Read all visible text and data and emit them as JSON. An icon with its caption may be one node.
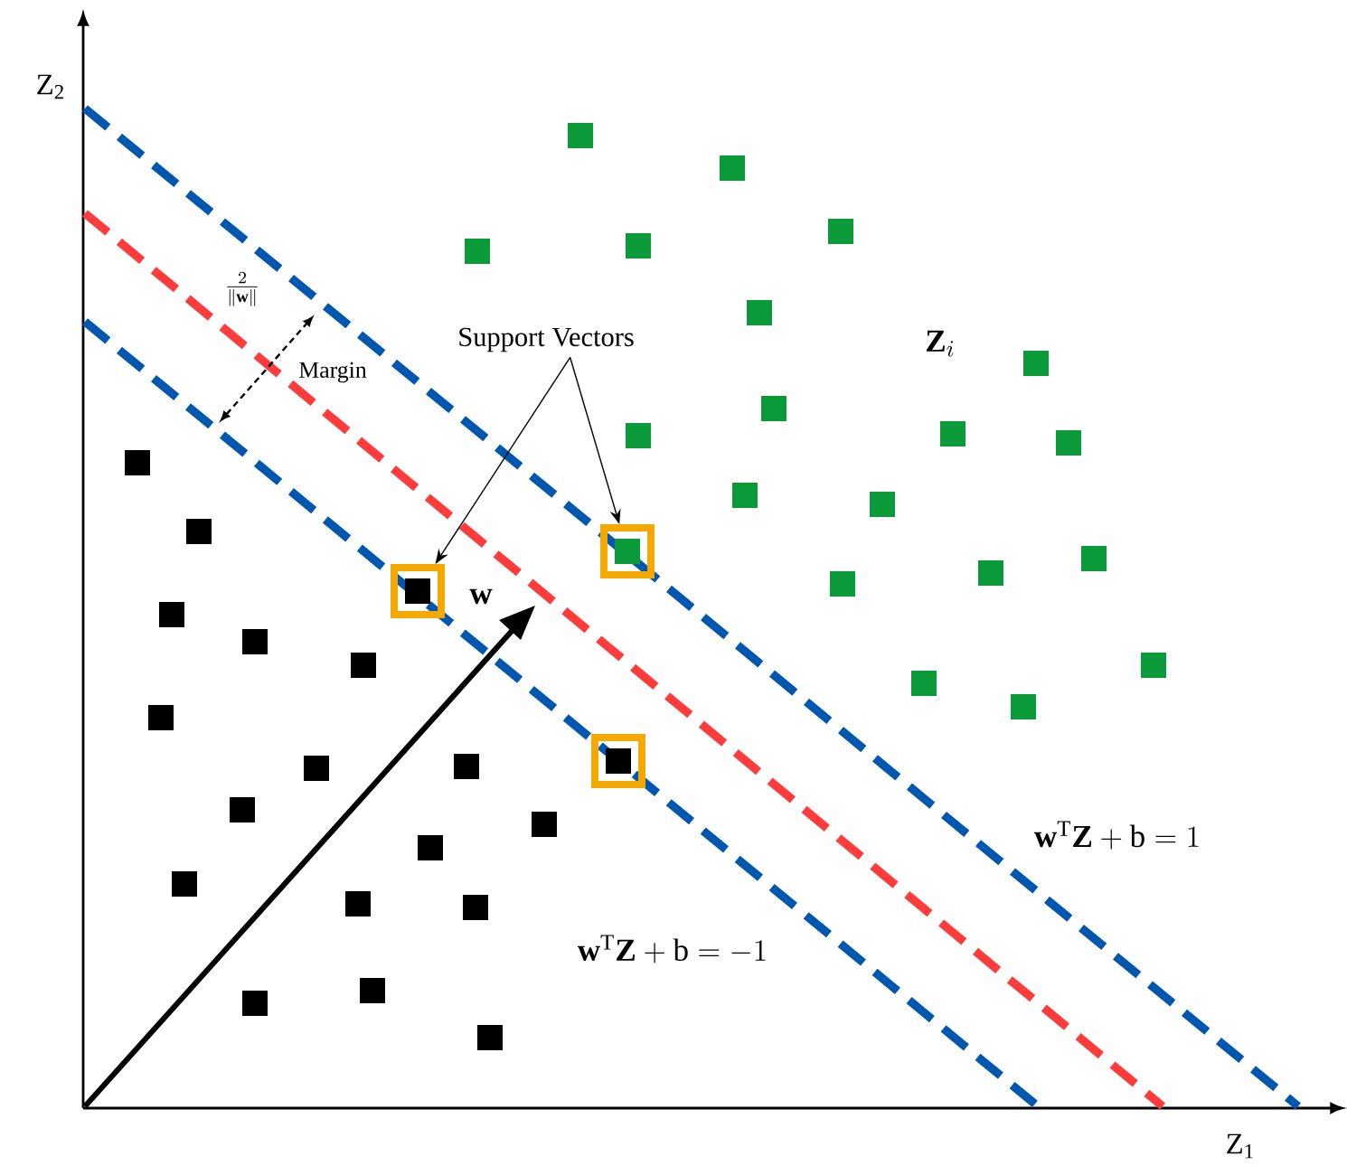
{
  "diagram": {
    "nodes": [
      {
        "text": [
          "Support Vectors"
        ]
      },
      {
        "text": [],
        "shape": "box"
      },
      {
        "text": [],
        "shape": "box"
      },
      {
        "text": [],
        "shape": "box"
      }
    ],
    "edges": [
      {
        "from": 0,
        "to": 1,
        "arrow": "to"
      },
      {
        "from": 0,
        "to": 2,
        "arrow": "to"
      }
    ],
    "labels": [
      "Z$_{2}$",
      "\\frac{2}{\\|\\mathbf{w}\\|}",
      "Margin",
      "\\mathbf{Z}_i",
      "\\mathbf{w}",
      "\\mathbf{w}^{\\mathrm{T}}\\mathbf{Z}+\\mathrm{b}=1",
      "\\mathbf{w}^{\\mathrm{T}}\\mathbf{Z}+\\mathrm{b}=-1",
      "Z$_{1}$"
    ]
  }
}
